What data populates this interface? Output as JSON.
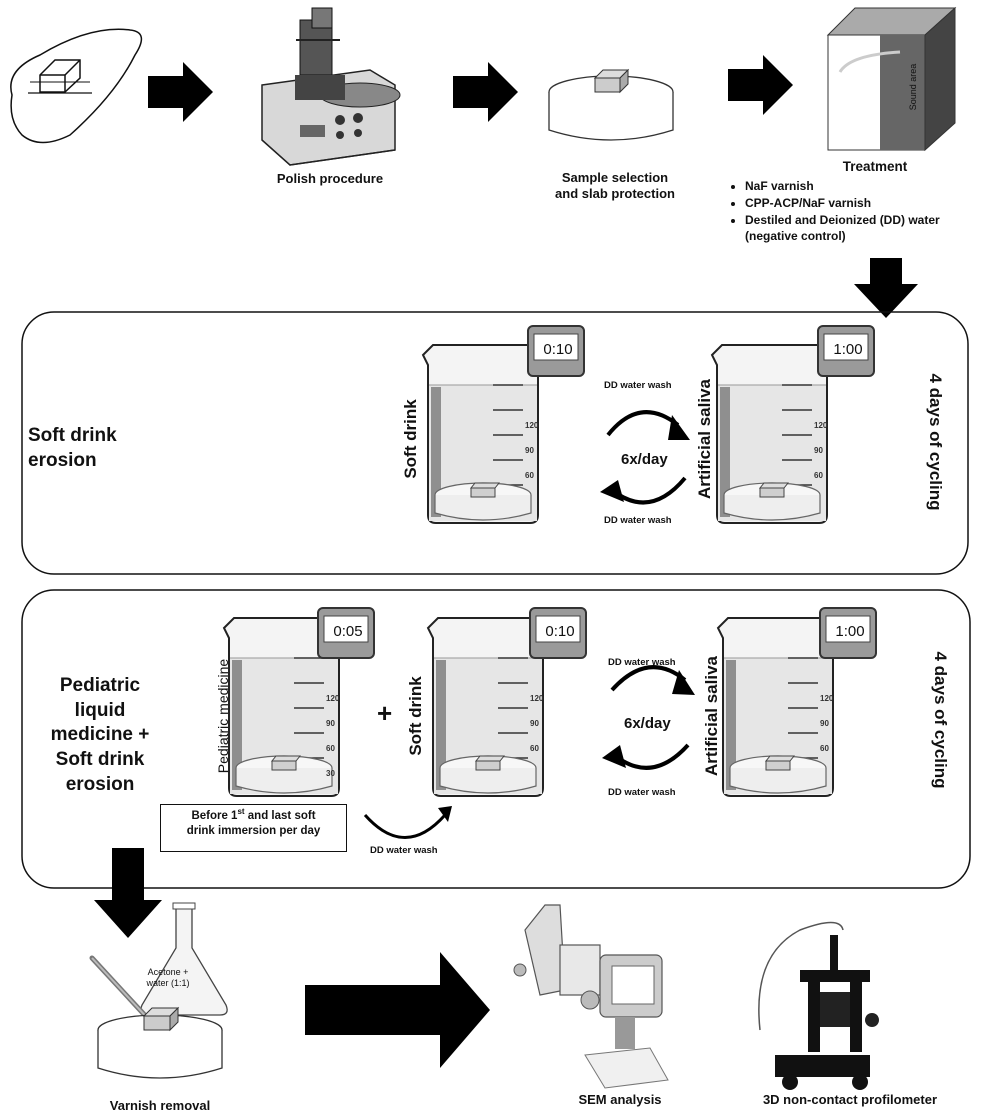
{
  "steps": {
    "polish": "Polish procedure",
    "sample_selection": "Sample selection\nand slab protection",
    "treatment": "Treatment",
    "sound_area": "Sound area",
    "treatment_items": [
      "NaF varnish",
      "CPP-ACP/NaF varnish",
      "Destiled and Deionized (DD) water",
      "(negative control)"
    ]
  },
  "panel1": {
    "title": "Soft drink\nerosion",
    "beaker1_label": "Soft drink",
    "beaker1_timer": "0:10",
    "beaker2_label": "Artificial saliva",
    "beaker2_timer": "1:00",
    "wash_top": "DD water wash",
    "wash_bottom": "DD water wash",
    "frequency": "6x/day",
    "duration": "4 days of cycling"
  },
  "panel2": {
    "title": "Pediatric\nliquid\nmedicine +\nSoft drink\nerosion",
    "beaker1_label": "Pediatric medicine",
    "beaker1_timer": "0:05",
    "plus": "+",
    "beaker2_label": "Soft drink",
    "beaker2_timer": "0:10",
    "beaker3_label": "Artificial saliva",
    "beaker3_timer": "1:00",
    "note": "Before 1st and last soft drink immersion per day",
    "note_line1_pre": "Before 1",
    "note_sup": "st",
    "note_line1_post": " and last",
    "note_line2": "soft",
    "note_line3": "drink immersion per day",
    "wash_under": "DD water wash",
    "wash_top": "DD water wash",
    "wash_bottom": "DD water wash",
    "frequency": "6x/day",
    "duration": "4 days of cycling"
  },
  "bottom": {
    "flask_label": "Acetone +\nwater (1:1)",
    "varnish_removal": "Varnish removal",
    "sem": "SEM analysis",
    "profilometer": "3D non-contact profilometer"
  },
  "beaker_ticks": [
    "120",
    "90",
    "60",
    "30"
  ]
}
